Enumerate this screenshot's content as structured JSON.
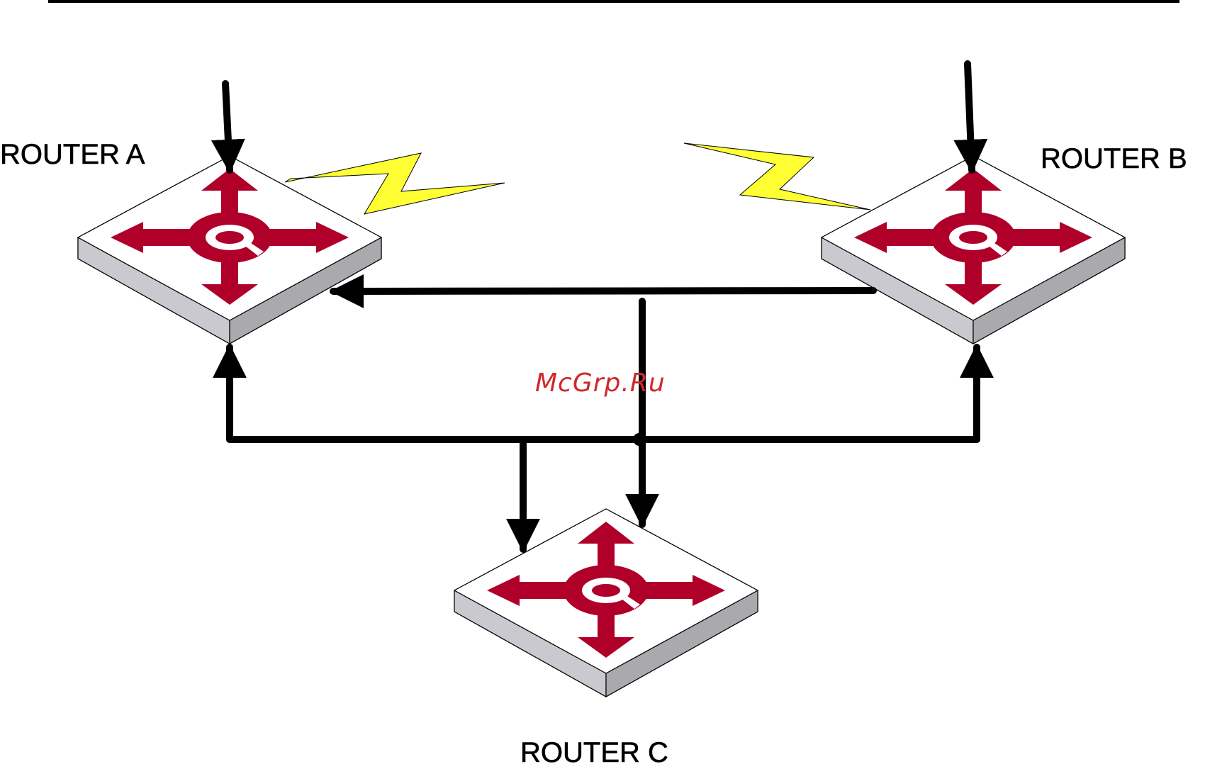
{
  "routers": {
    "a": {
      "label": "ROUTER A"
    },
    "b": {
      "label": "ROUTER B"
    },
    "c": {
      "label": "ROUTER C"
    }
  },
  "watermark": {
    "text": "McGrp.Ru"
  },
  "colors": {
    "router_top": "#ffffff",
    "router_side_light": "#c9c9cf",
    "router_side_dark": "#a9a9ae",
    "router_symbol": "#b0002a",
    "wireless_bolt": "#ffff33",
    "connector": "#000000",
    "watermark": "#d0282a"
  },
  "icons": {
    "router": "router-icon",
    "wireless": "wireless-bolt-icon"
  }
}
